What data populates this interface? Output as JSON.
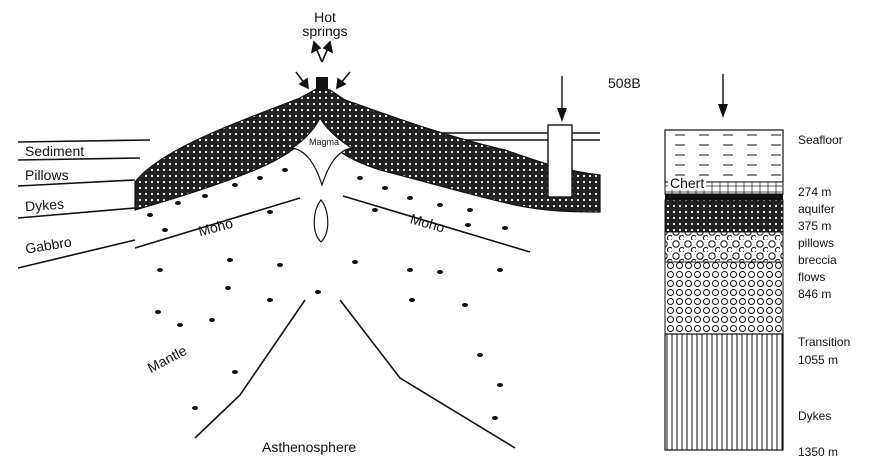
{
  "cross_section": {
    "hot_springs_line1": "Hot",
    "hot_springs_line2": "springs",
    "magma": "Magma",
    "moho_left": "Moho",
    "moho_right": "Moho",
    "mantle": "Mantle",
    "asthenosphere": "Asthenosphere",
    "layers": {
      "sediment": "Sediment",
      "pillows": "Pillows",
      "dykes": "Dykes",
      "gabbro": "Gabbro"
    },
    "site": "508B"
  },
  "column": {
    "seafloor": "Seafloor",
    "chert": "Chert",
    "d274": "274 m",
    "aquifer": "aquifer",
    "d375": "375 m",
    "pillows": "pillows",
    "breccia": "breccia",
    "flows": "flows",
    "d846": "846 m",
    "transition": "Transition",
    "d1055": "1055 m",
    "dykes": "Dykes",
    "d1350": "1350 m"
  }
}
